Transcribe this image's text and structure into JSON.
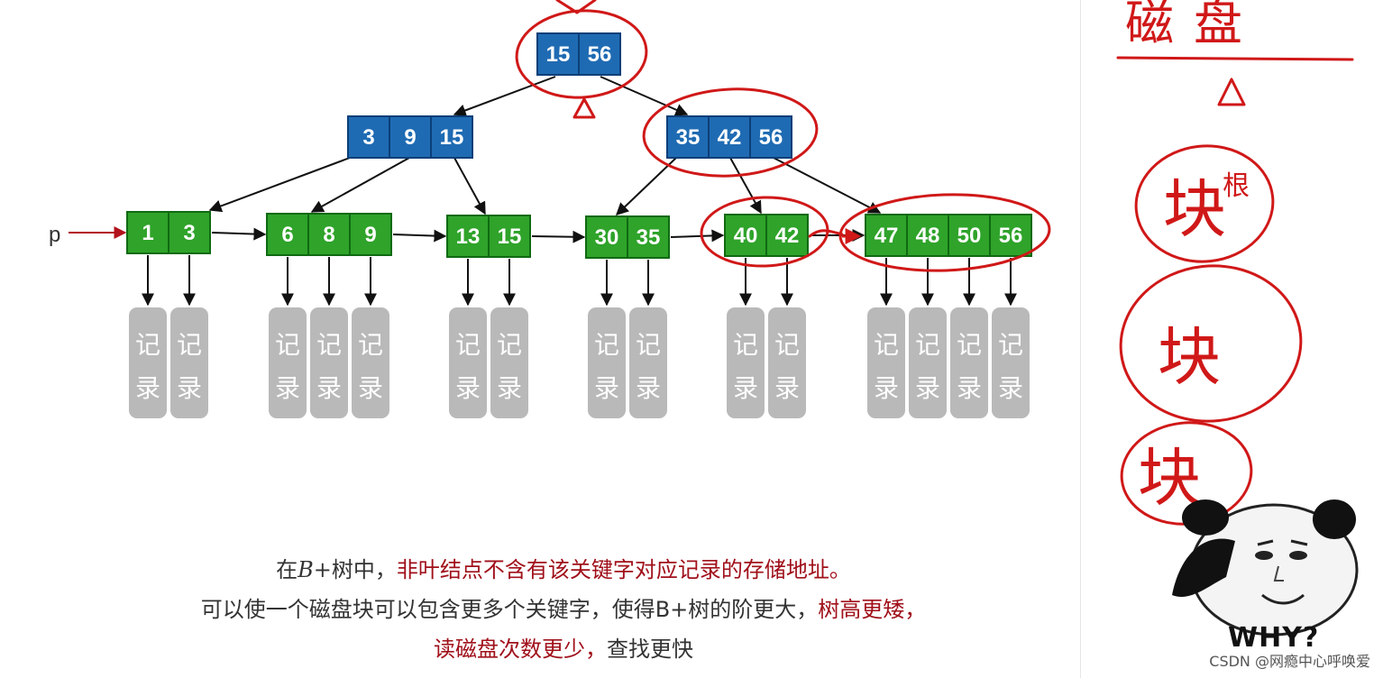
{
  "tree": {
    "root": {
      "keys": [
        "15",
        "56"
      ]
    },
    "internal": [
      {
        "keys": [
          "3",
          "9",
          "15"
        ]
      },
      {
        "keys": [
          "35",
          "42",
          "56"
        ]
      }
    ],
    "leaves": [
      {
        "keys": [
          "1",
          "3"
        ]
      },
      {
        "keys": [
          "6",
          "8",
          "9"
        ]
      },
      {
        "keys": [
          "13",
          "15"
        ]
      },
      {
        "keys": [
          "30",
          "35"
        ]
      },
      {
        "keys": [
          "40",
          "42"
        ]
      },
      {
        "keys": [
          "47",
          "48",
          "50",
          "56"
        ]
      }
    ],
    "pointer_label": "p",
    "record_label_top": "记",
    "record_label_bottom": "录"
  },
  "colors": {
    "internal_fill": "#1f6bb3",
    "internal_stroke": "#0b3f78",
    "leaf_fill": "#2fa32a",
    "leaf_stroke": "#0f6a12",
    "record_fill": "#b9b9b9",
    "ink_red": "#d01818",
    "pointer_red": "#b3121c"
  },
  "caption": {
    "line1_prefix": "在",
    "line1_b": "B+",
    "line1_mid": "树中，",
    "line1_red": "非叶结点不含有该关键字对应记录的存储地址。",
    "line2_normal": "可以使一个磁盘块可以包含更多个关键字，使得B+树的阶更大，",
    "line2_red": "树高更矮，",
    "line3_red": "读磁盘次数更少，",
    "line3_normal": "查找更快"
  },
  "annotations": {
    "heading": "磁盘",
    "blocks": [
      "块",
      "块",
      "块"
    ],
    "root_note": "根"
  },
  "meme_label": "WHY?",
  "watermark": "CSDN @网瘾中心呼唤爱"
}
